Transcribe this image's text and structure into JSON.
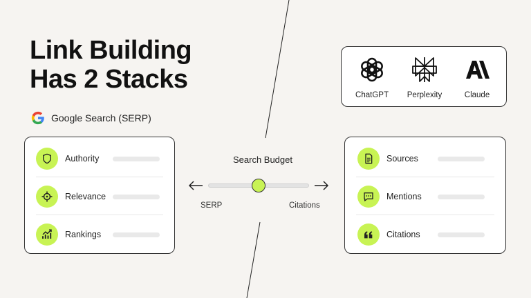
{
  "title": {
    "line1": "Link Building",
    "line2": "Has 2 Stacks"
  },
  "serp": {
    "label": "Google Search (SERP)",
    "logo_icon": "google-g-icon"
  },
  "left_stack": {
    "items": [
      {
        "label": "Authority",
        "icon": "shield-icon"
      },
      {
        "label": "Relevance",
        "icon": "target-icon"
      },
      {
        "label": "Rankings",
        "icon": "rankings-chart-icon"
      }
    ]
  },
  "budget": {
    "title": "Search Budget",
    "left_label": "SERP",
    "right_label": "Citations",
    "level": 0.5
  },
  "ai_engines": {
    "items": [
      {
        "label": "ChatGPT",
        "icon": "chatgpt-icon"
      },
      {
        "label": "Perplexity",
        "icon": "perplexity-icon"
      },
      {
        "label": "Claude",
        "icon": "claude-icon"
      }
    ]
  },
  "right_stack": {
    "items": [
      {
        "label": "Sources",
        "icon": "document-icon"
      },
      {
        "label": "Mentions",
        "icon": "speech-bubble-icon"
      },
      {
        "label": "Citations",
        "icon": "quote-icon"
      }
    ]
  },
  "colors": {
    "accent": "#c8f354",
    "background": "#f6f4f1",
    "outline": "#333333"
  }
}
